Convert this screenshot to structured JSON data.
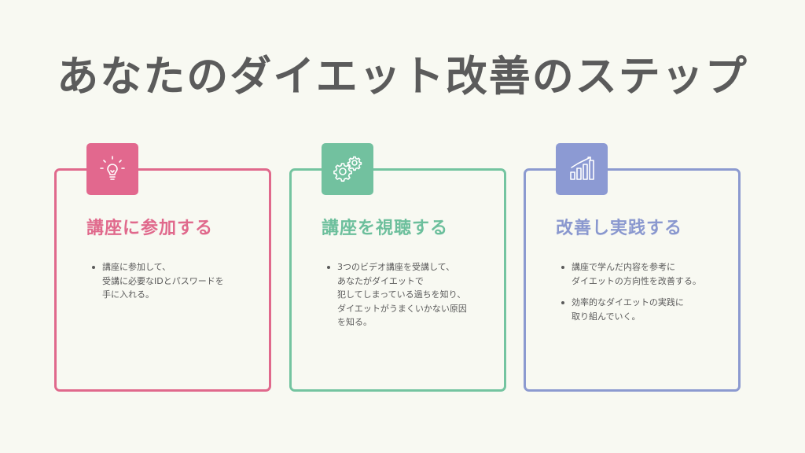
{
  "title": "あなたのダイエット改善のステップ",
  "colors": {
    "background": "#f8f9f2",
    "title": "#5b5b5b",
    "pink": "#e2688e",
    "green": "#72c19f",
    "blue": "#8c9ad3"
  },
  "steps": [
    {
      "icon": "lightbulb-icon",
      "heading": "講座に参加する",
      "bullets": [
        "講座に参加して、\n受講に必要なIDとパスワードを\n手に入れる。"
      ]
    },
    {
      "icon": "gears-icon",
      "heading": "講座を視聴する",
      "bullets": [
        "3つのビデオ講座を受講して、\nあなたがダイエットで\n犯してしまっている過ちを知り、\nダイエットがうまくいかない原因\nを知る。"
      ]
    },
    {
      "icon": "bar-chart-icon",
      "heading": "改善し実践する",
      "bullets": [
        "講座で学んだ内容を参考に\nダイエットの方向性を改善する。",
        "効率的なダイエットの実践に\n取り組んでいく。"
      ]
    }
  ]
}
